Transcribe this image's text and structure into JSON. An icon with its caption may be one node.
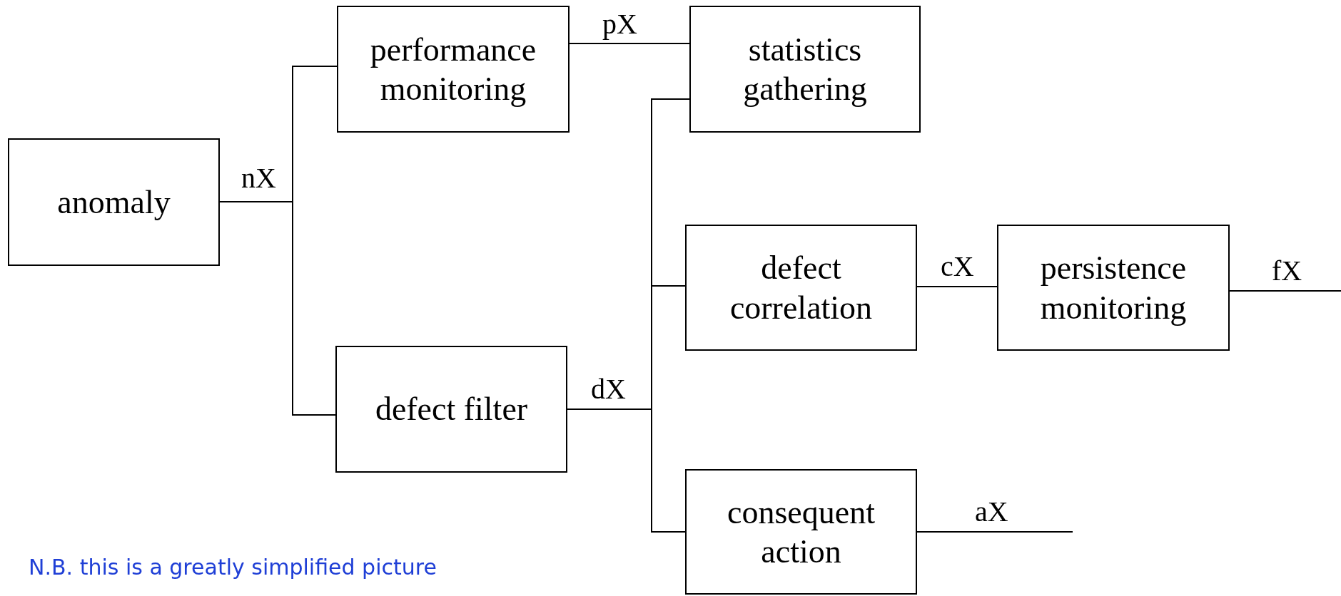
{
  "diagram": {
    "nodes": [
      {
        "text": [
          "anomaly"
        ]
      },
      {
        "text": [
          "performance monitoring"
        ]
      },
      {
        "text": [
          "defect filter"
        ]
      },
      {
        "text": [
          "statistics gathering"
        ]
      },
      {
        "text": [
          "defect correlation"
        ]
      },
      {
        "text": [
          "persistence monitoring"
        ]
      },
      {
        "text": [
          "consequent action"
        ]
      }
    ],
    "edges": [
      {
        "from": 0,
        "to": 1,
        "arrow": "none",
        "label": "nX"
      },
      {
        "from": 0,
        "to": 2,
        "arrow": "none"
      },
      {
        "from": 1,
        "to": 3,
        "arrow": "none",
        "label": "pX"
      },
      {
        "from": 2,
        "to": 3,
        "arrow": "none",
        "label": "dX"
      },
      {
        "from": 2,
        "to": 4,
        "arrow": "none"
      },
      {
        "from": 2,
        "to": 6,
        "arrow": "none"
      },
      {
        "from": 4,
        "to": 5,
        "arrow": "none",
        "label": "cX"
      },
      {
        "from": 5,
        "to": null,
        "arrow": "none",
        "label": "fX"
      },
      {
        "from": 6,
        "to": null,
        "arrow": "none",
        "label": "aX"
      }
    ],
    "labels": [
      "N.B. this is a greatly simplified picture"
    ]
  }
}
